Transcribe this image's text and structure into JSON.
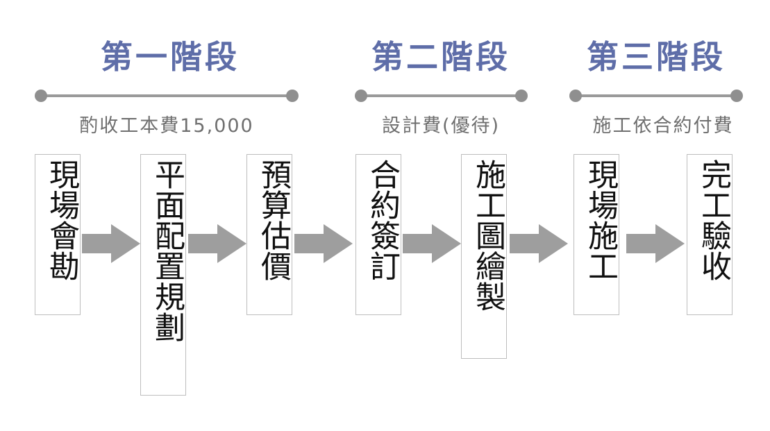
{
  "stages": [
    {
      "title": "第一階段",
      "payment": "酌收工本費15,000",
      "steps": [
        "現場會勘",
        "平面配置規劃",
        "預算估價"
      ]
    },
    {
      "title": "第二階段",
      "payment": "設計費(優待)",
      "steps": [
        "合約簽訂",
        "施工圖繪製"
      ]
    },
    {
      "title": "第三階段",
      "payment": "施工依合約付費",
      "steps": [
        "現場施工",
        "完工驗收"
      ]
    }
  ],
  "colors": {
    "stage_title": "#5e6da8",
    "timeline": "#9a9a9a",
    "payment_text": "#6f6f6f",
    "arrow": "#9e9e9e",
    "step_border": "#bdbdbd"
  },
  "icons": {
    "connector": "right-arrow-icon",
    "timeline_endpoint": "circle-dot-icon"
  }
}
